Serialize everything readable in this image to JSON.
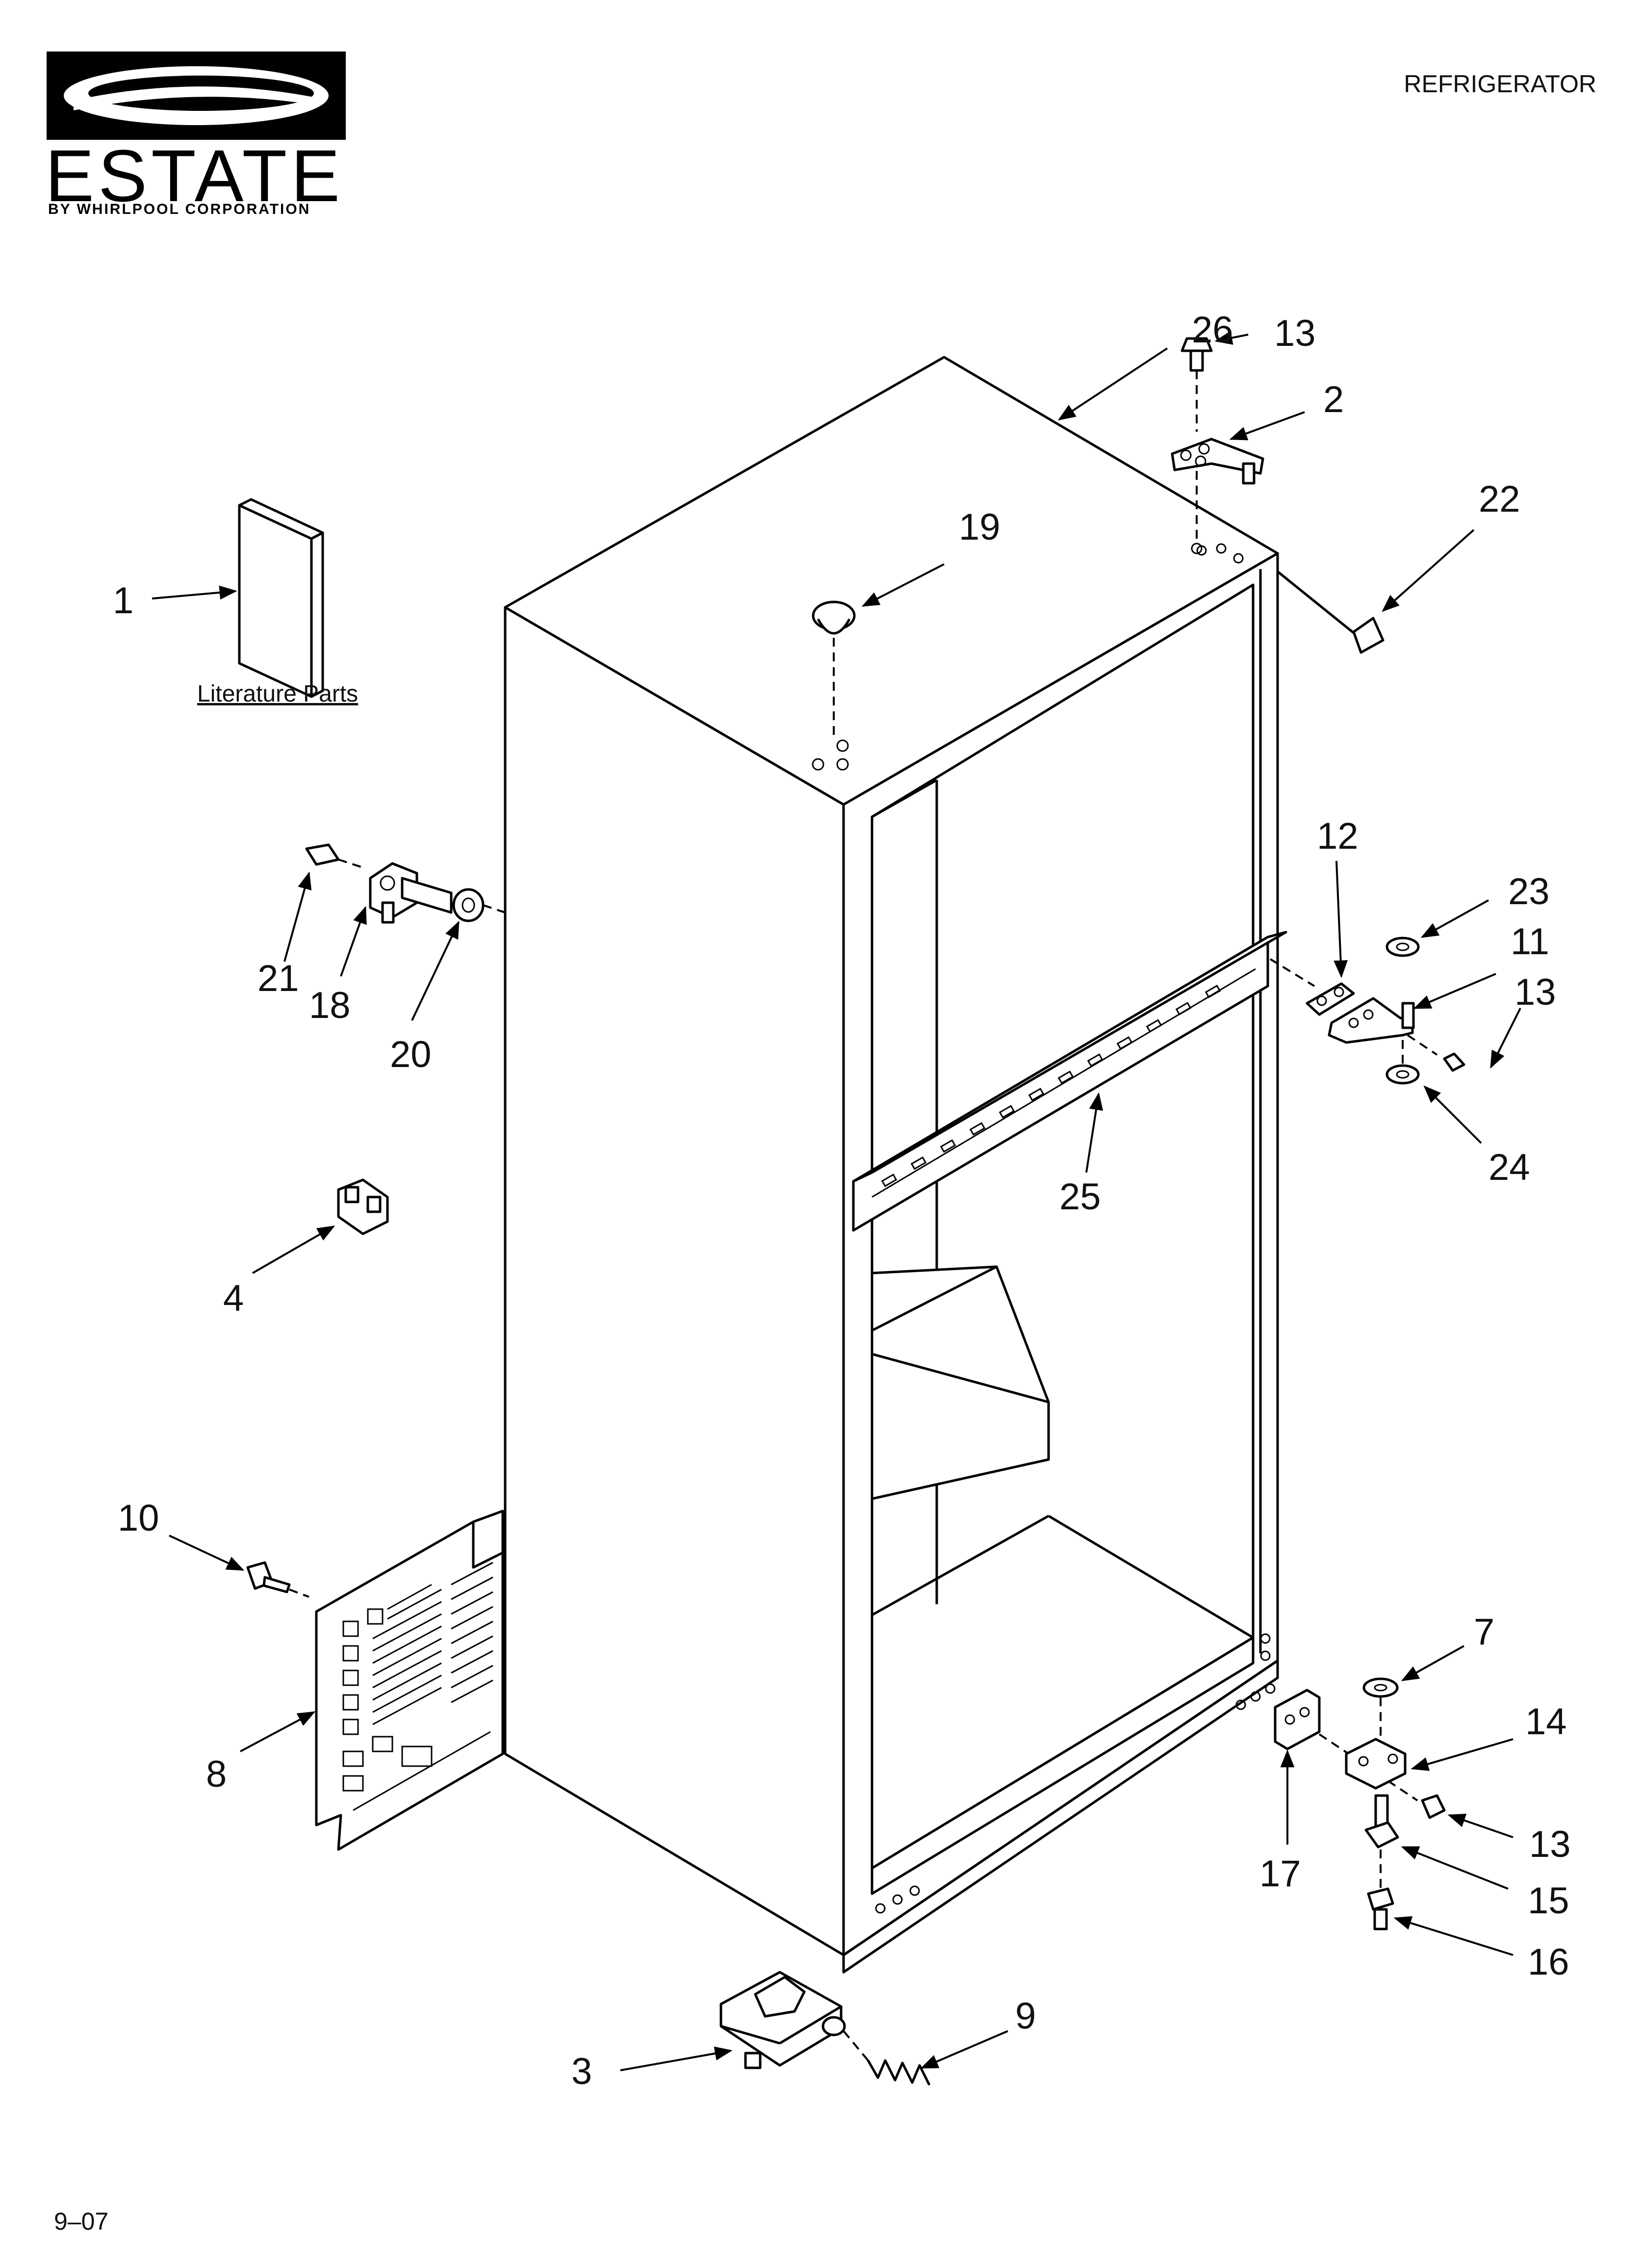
{
  "header": {
    "title": "REFRIGERATOR",
    "brand_name": "ESTATE",
    "brand_sub": "BY WHIRLPOOL CORPORATION"
  },
  "literature_label": "Literature Parts",
  "footer_code": "9–07",
  "callouts": [
    {
      "id": "c26",
      "text": "26"
    },
    {
      "id": "c13a",
      "text": "13"
    },
    {
      "id": "c2",
      "text": "2"
    },
    {
      "id": "c22",
      "text": "22"
    },
    {
      "id": "c19",
      "text": "19"
    },
    {
      "id": "c1",
      "text": "1"
    },
    {
      "id": "c12",
      "text": "12"
    },
    {
      "id": "c23",
      "text": "23"
    },
    {
      "id": "c11",
      "text": "11"
    },
    {
      "id": "c13b",
      "text": "13"
    },
    {
      "id": "c24",
      "text": "24"
    },
    {
      "id": "c21",
      "text": "21"
    },
    {
      "id": "c18",
      "text": "18"
    },
    {
      "id": "c20",
      "text": "20"
    },
    {
      "id": "c25",
      "text": "25"
    },
    {
      "id": "c4",
      "text": "4"
    },
    {
      "id": "c10",
      "text": "10"
    },
    {
      "id": "c8",
      "text": "8"
    },
    {
      "id": "c7",
      "text": "7"
    },
    {
      "id": "c14",
      "text": "14"
    },
    {
      "id": "c13c",
      "text": "13"
    },
    {
      "id": "c17",
      "text": "17"
    },
    {
      "id": "c15",
      "text": "15"
    },
    {
      "id": "c16",
      "text": "16"
    },
    {
      "id": "c3",
      "text": "3"
    },
    {
      "id": "c9",
      "text": "9"
    }
  ]
}
